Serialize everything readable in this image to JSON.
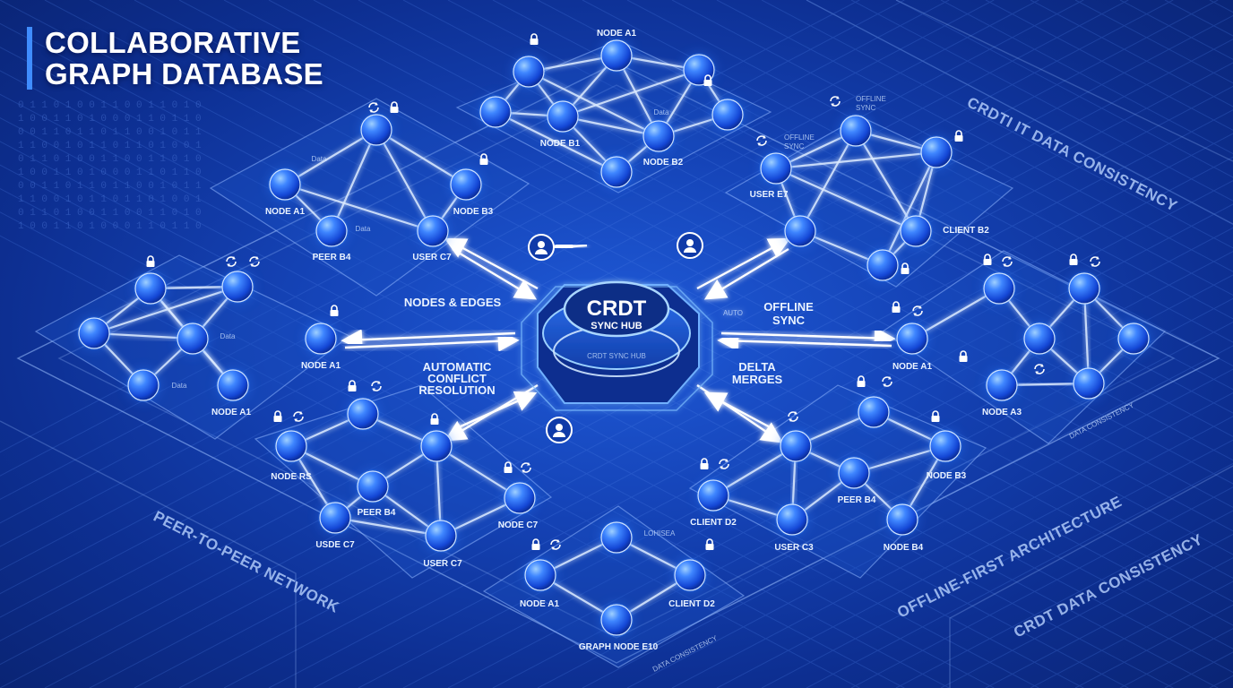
{
  "title": {
    "line1": "COLLABORATIVE",
    "line2": "GRAPH DATABASE"
  },
  "hub": {
    "title": "CRDT",
    "subtitle": "SYNC HUB",
    "ring_text": "CRDT SYNC HUB",
    "auto_label": "AUTO"
  },
  "center_labels": {
    "nodes_edges": "NODES & EDGES",
    "offline_sync_1": "OFFLINE",
    "offline_sync_2": "SYNC",
    "conflict_1": "AUTOMATIC",
    "conflict_2": "CONFLICT",
    "conflict_3": "RESOLUTION",
    "delta_1": "DELTA",
    "delta_2": "MERGES"
  },
  "side_labels": {
    "peer_network": "PEER-TO-PEER NETWORK",
    "offline_first": "OFFLINE-FIRST ARCHITECTURE",
    "crdt_consistency_bottom": "CRDT DATA CONSISTENCY",
    "crdt_consistency_top": "CRDTI IT DATA CONSISTENCY",
    "data_consistency_right": "DATA CONSISTENCY",
    "data_consistency_bottom": "DATA CONSISTENCY"
  },
  "node_labels": {
    "top_a1": "NODE A1",
    "top_b1": "NODE B1",
    "top_b2": "NODE B2",
    "top_data": "Data",
    "ul_a1": "NODE A1",
    "ul_b3": "NODE B3",
    "ul_peer_b4": "PEER B4",
    "ul_user_c7": "USER C7",
    "ul_data": "Data",
    "ul_data2": "Data",
    "ur_user_e7": "USER E7",
    "ur_client_b2": "CLIENT B2",
    "ur_offline_1": "OFFLINE",
    "ur_offline_2": "SYNC",
    "ur_offline_3": "OFFLINE",
    "ur_offline_4": "SYNC",
    "l_a1_right": "NODE A1",
    "l_a1_bottom": "NODE A1",
    "l_data": "Data",
    "l_data2": "Data",
    "r_a1": "NODE A1",
    "r_a3": "NODE A3",
    "ll_node_rs": "NODE RS",
    "ll_peer_b4": "PEER B4",
    "ll_node_c7": "NODE C7",
    "ll_usde_c7": "USDE C7",
    "ll_user_c7": "USER C7",
    "lr_node_b3": "NODE B3",
    "lr_peer_b4": "PEER B4",
    "lr_client_d2": "CLIENT D2",
    "lr_user_c3": "USER C3",
    "lr_node_b4": "NODE B4",
    "b_node_a1": "NODE A1",
    "b_client_d2": "CLIENT D2",
    "b_graph_e10": "GRAPH NODE E10",
    "b_small": "LOHISEA"
  },
  "colors": {
    "background": "#1544b8",
    "node": "#1f6bff",
    "edge": "#ffffff",
    "accent": "#3f8cff"
  },
  "icons": [
    "lock-icon",
    "sync-icon",
    "user-icon",
    "arrow-icon"
  ]
}
